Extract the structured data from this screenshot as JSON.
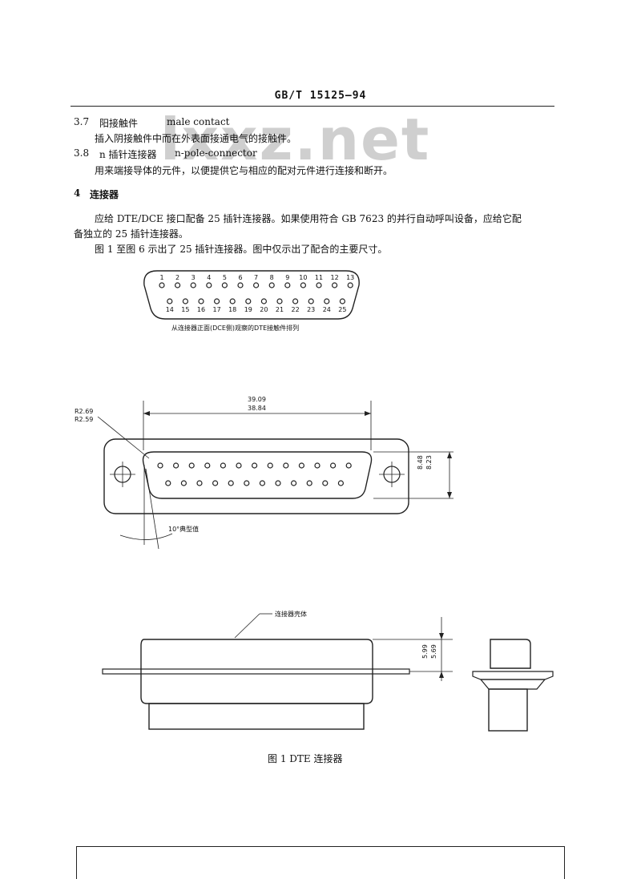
{
  "header": {
    "code": "GB/T 15125—94"
  },
  "watermark": "lxxz.net",
  "sections": {
    "s37_num": "3.7",
    "s37_title": "阳接触件",
    "s37_en": "male contact",
    "s37_def": "插入阴接触件中而在外表面接通电气的接触件。",
    "s38_num": "3.8",
    "s38_title": "n 插针连接器",
    "s38_en": "n-pole-connector",
    "s38_def": "用来端接导体的元件，以便提供它与相应的配对元件进行连接和断开。",
    "s4_num": "4",
    "s4_title": "连接器",
    "p1_line1": "应给 DTE/DCE 接口配备 25 插针连接器。如果使用符合 GB 7623 的并行自动呼叫设备，应给它配",
    "p1_line2": "备独立的 25 插针连接器。",
    "p2": "图 1 至图 6 示出了 25 插针连接器。图中仅示出了配合的主要尺寸。"
  },
  "pin_layout": {
    "row1": [
      "1",
      "2",
      "3",
      "4",
      "5",
      "6",
      "7",
      "8",
      "9",
      "10",
      "11",
      "12",
      "13"
    ],
    "row2": [
      "14",
      "15",
      "16",
      "17",
      "18",
      "19",
      "20",
      "21",
      "22",
      "23",
      "24",
      "25"
    ],
    "caption": "从连接器正面(DCE侧)观察的DTE接触件排列"
  },
  "front_view": {
    "radius_labels": [
      "R2.69",
      "R2.59"
    ],
    "width_dims": [
      "39.09",
      "38.84"
    ],
    "height_dims": [
      "8.48",
      "8.23"
    ],
    "angle_label": "10°典型值"
  },
  "side_view": {
    "shell_label": "连接器壳体",
    "height_dims": [
      "5.99",
      "5.69"
    ]
  },
  "figure_caption": "图 1   DTE 连接器"
}
